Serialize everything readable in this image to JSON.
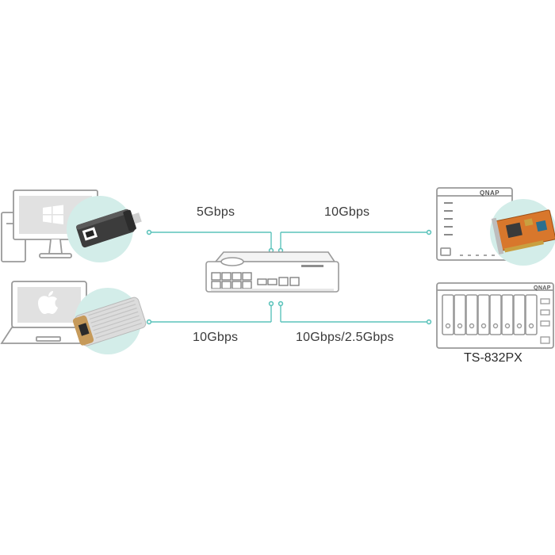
{
  "links": {
    "top_left": "5Gbps",
    "top_right": "10Gbps",
    "bottom_left": "10Gbps",
    "bottom_right": "10Gbps/2.5Gbps"
  },
  "devices": {
    "windows_pc": {
      "icon": "windows-logo-icon",
      "adapter": "5gbe-usb-adapter"
    },
    "mac_laptop": {
      "icon": "apple-logo-icon",
      "adapter": "10gbe-thunderbolt-adapter"
    },
    "nas_top": {
      "brand": "QNAP",
      "card": "network-expansion-card"
    },
    "nas_bottom": {
      "brand": "QNAP",
      "model": "TS-832PX"
    },
    "switch": {
      "icon": "network-switch-icon"
    }
  },
  "colors": {
    "accent": "#5cc3bb",
    "halo": "#d3ede9",
    "outline": "#9a9a9a",
    "adapter_dark": "#3c3c3c",
    "adapter_gold": "#c69a5a",
    "card_orange": "#d8772c"
  }
}
